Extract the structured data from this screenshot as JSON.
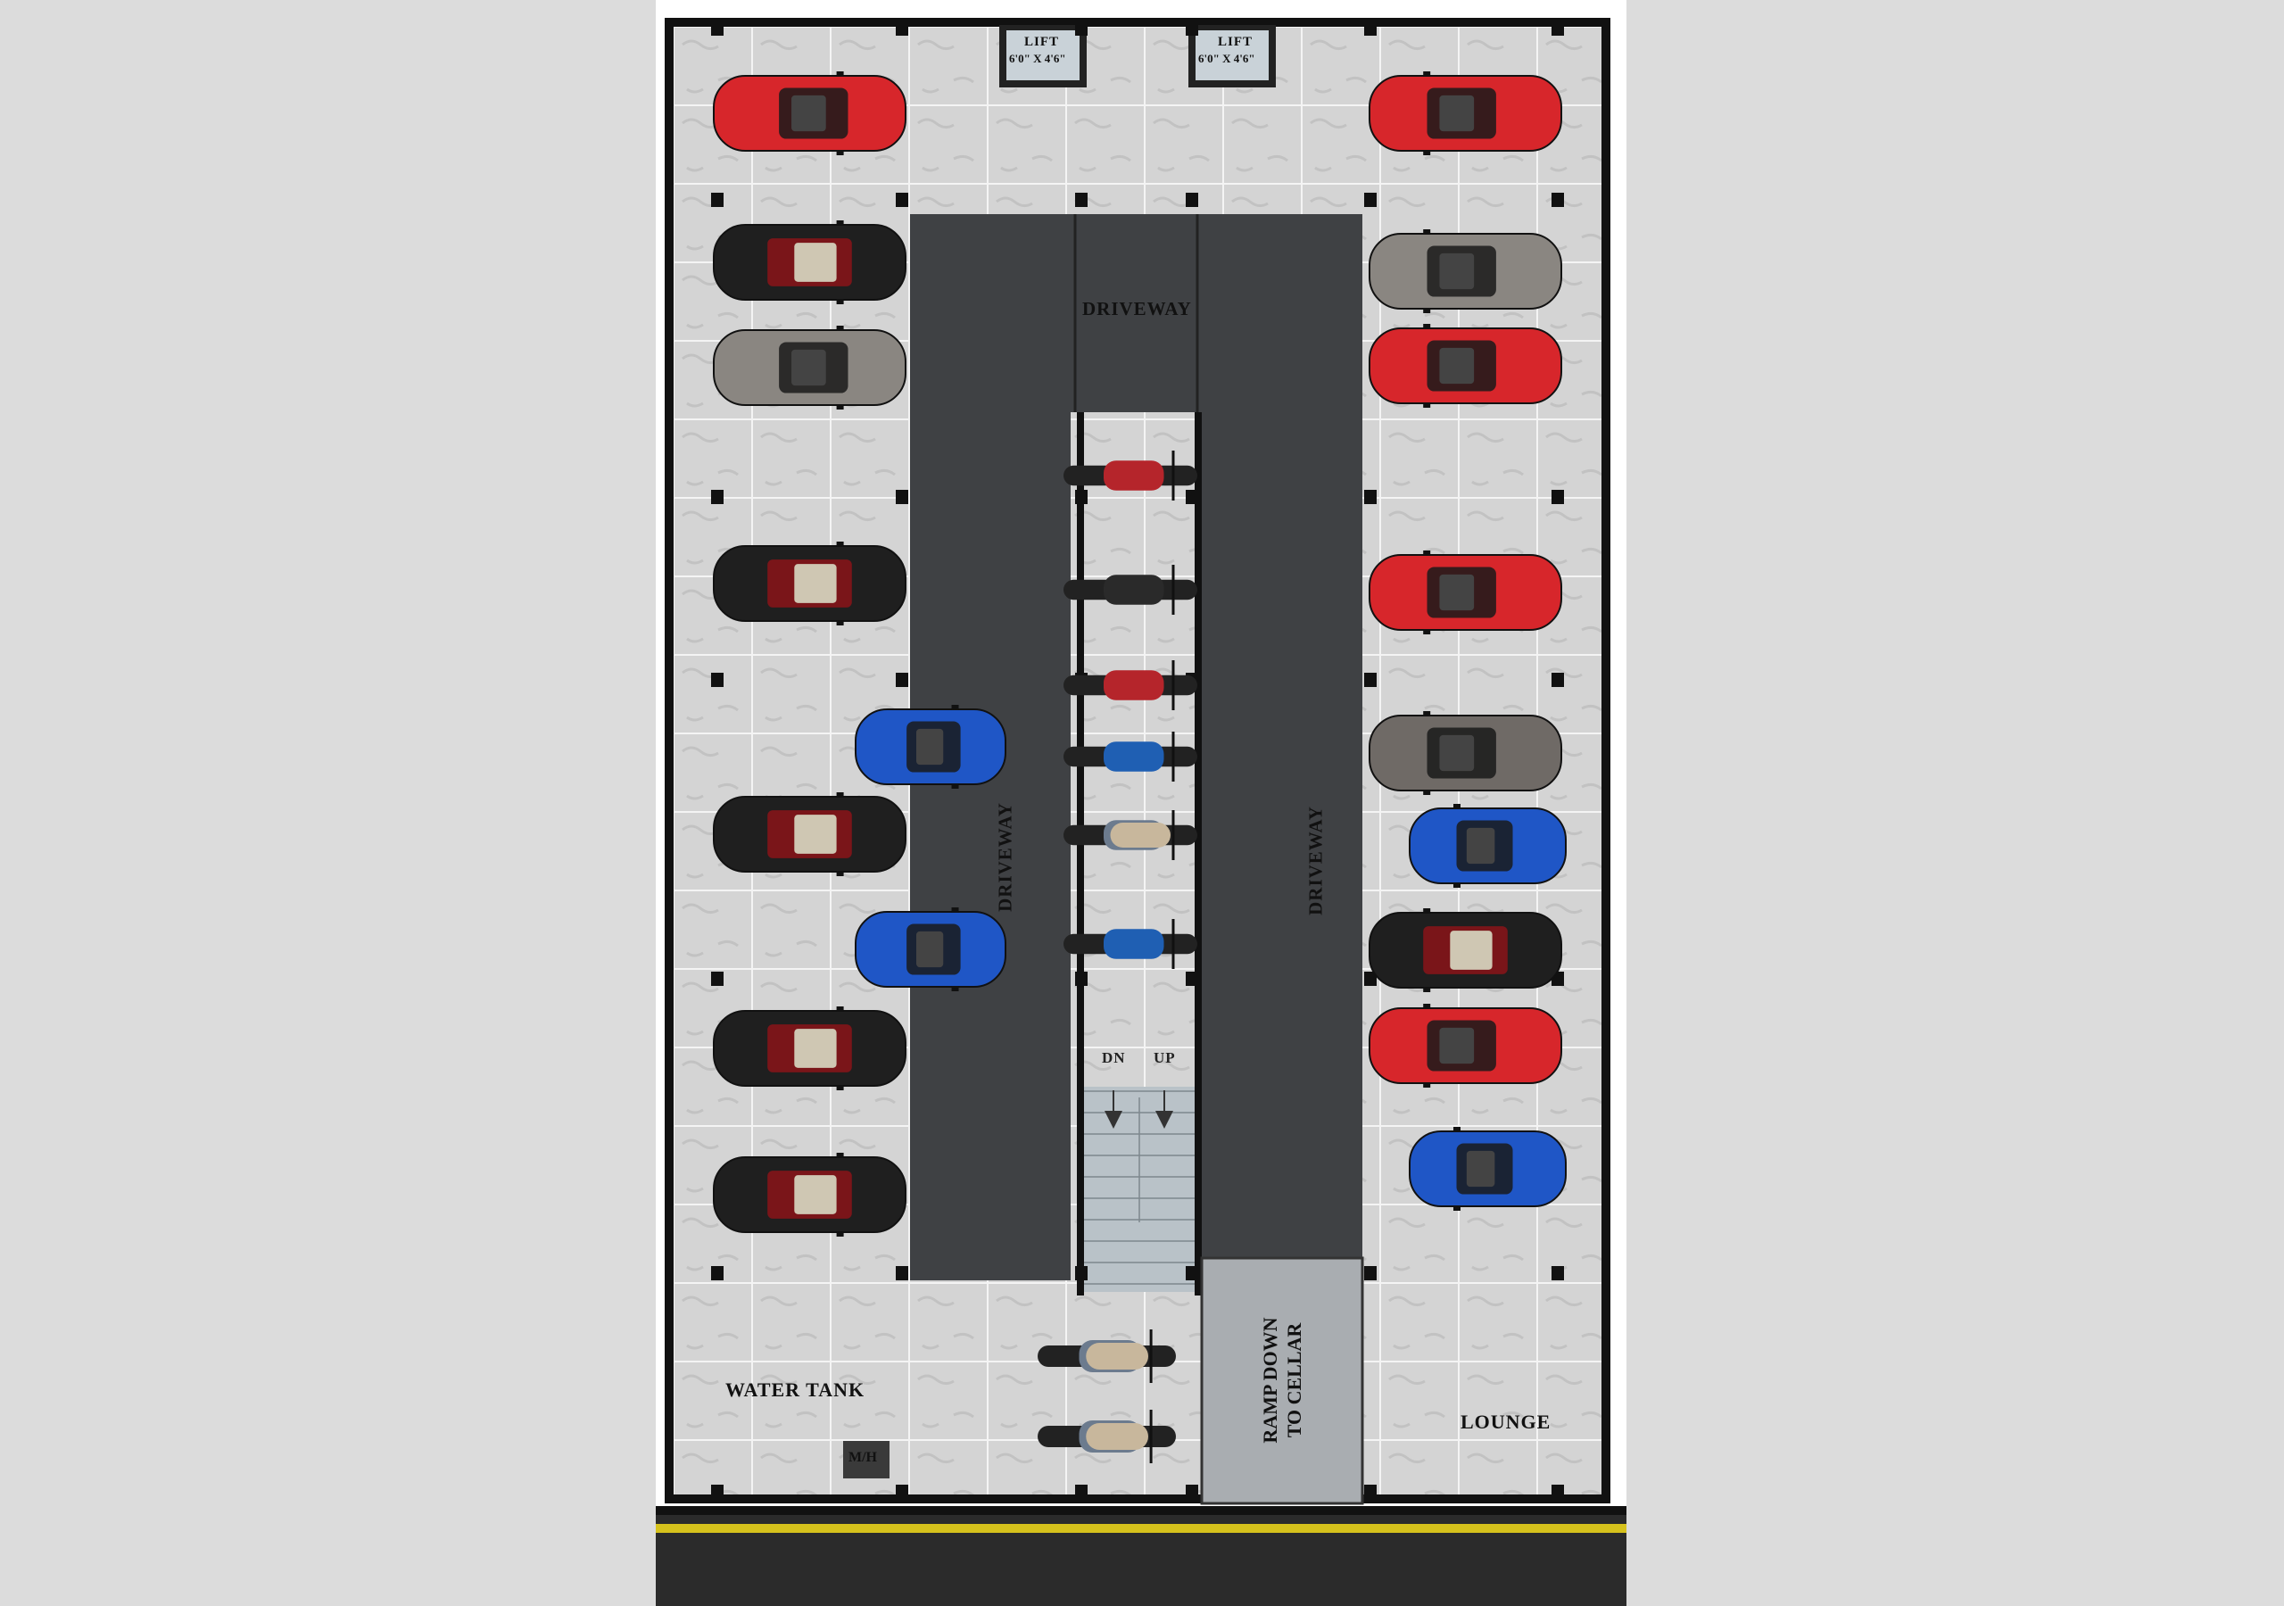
{
  "labels": {
    "lift_left": "LIFT",
    "lift_left_size": "6'0\" X 4'6\"",
    "lift_right": "LIFT",
    "lift_right_size": "6'0\" X 4'6\"",
    "driveway_top": "DRIVEWAY",
    "driveway_left": "DRIVEWAY",
    "driveway_right": "DRIVEWAY",
    "stair_dn": "DN",
    "stair_up": "UP",
    "water_tank": "WATER TANK",
    "manhole": "M/H",
    "ramp_line1": "RAMP DOWN",
    "ramp_line2": "TO CELLAR",
    "lounge": "LOUNGE"
  },
  "colors": {
    "floor_tile": "#d3d3d3",
    "driveway": "#3f4144",
    "wall": "#111111",
    "ramp": "#a9adb1",
    "stair": "#b9c2c8",
    "road": "#2b2b2b",
    "road_line": "#d6c21c"
  },
  "vehicles": {
    "left_column": [
      "car-red",
      "car-black-convertible",
      "car-grey-van",
      "car-black-convertible",
      "car-blue",
      "car-black-convertible",
      "car-blue",
      "car-black-convertible",
      "car-black-convertible"
    ],
    "right_column": [
      "car-red",
      "car-grey-van",
      "car-red",
      "car-red",
      "car-grey-sedan",
      "car-blue",
      "car-black-convertible",
      "car-red",
      "car-blue"
    ],
    "center_bikes": [
      "bike-red",
      "bike-black",
      "bike-red",
      "bike-blue",
      "scooter-grey",
      "bike-blue"
    ],
    "bottom_scooters": [
      "scooter-grey",
      "scooter-grey"
    ]
  }
}
